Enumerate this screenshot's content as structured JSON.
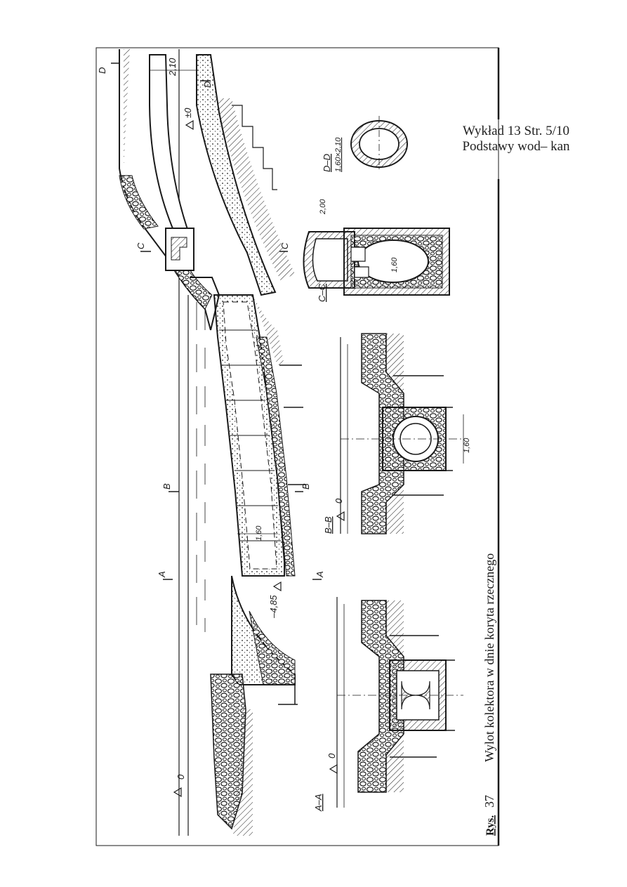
{
  "header": {
    "line1": "Wykład 13 Str. 5/10",
    "line2": "Podstawy wod– kan"
  },
  "caption": {
    "figure_label": "Rys.",
    "figure_number": "37",
    "title": "Wylot kolektora w dnie koryta rzecznego"
  },
  "sections": {
    "aa": "A–A",
    "bb": "B–B",
    "cc": "C–C",
    "dd": "D–D",
    "dd_size": "1,60×2,10"
  },
  "markers": {
    "a": "A",
    "b": "B",
    "c": "C",
    "d": "D"
  },
  "elevations": {
    "zero": "0",
    "plus_zero": "±0",
    "minus_485": "–4,85"
  },
  "dimensions": {
    "d210": "2,10",
    "d200": "2,00",
    "d160": "1,60"
  }
}
